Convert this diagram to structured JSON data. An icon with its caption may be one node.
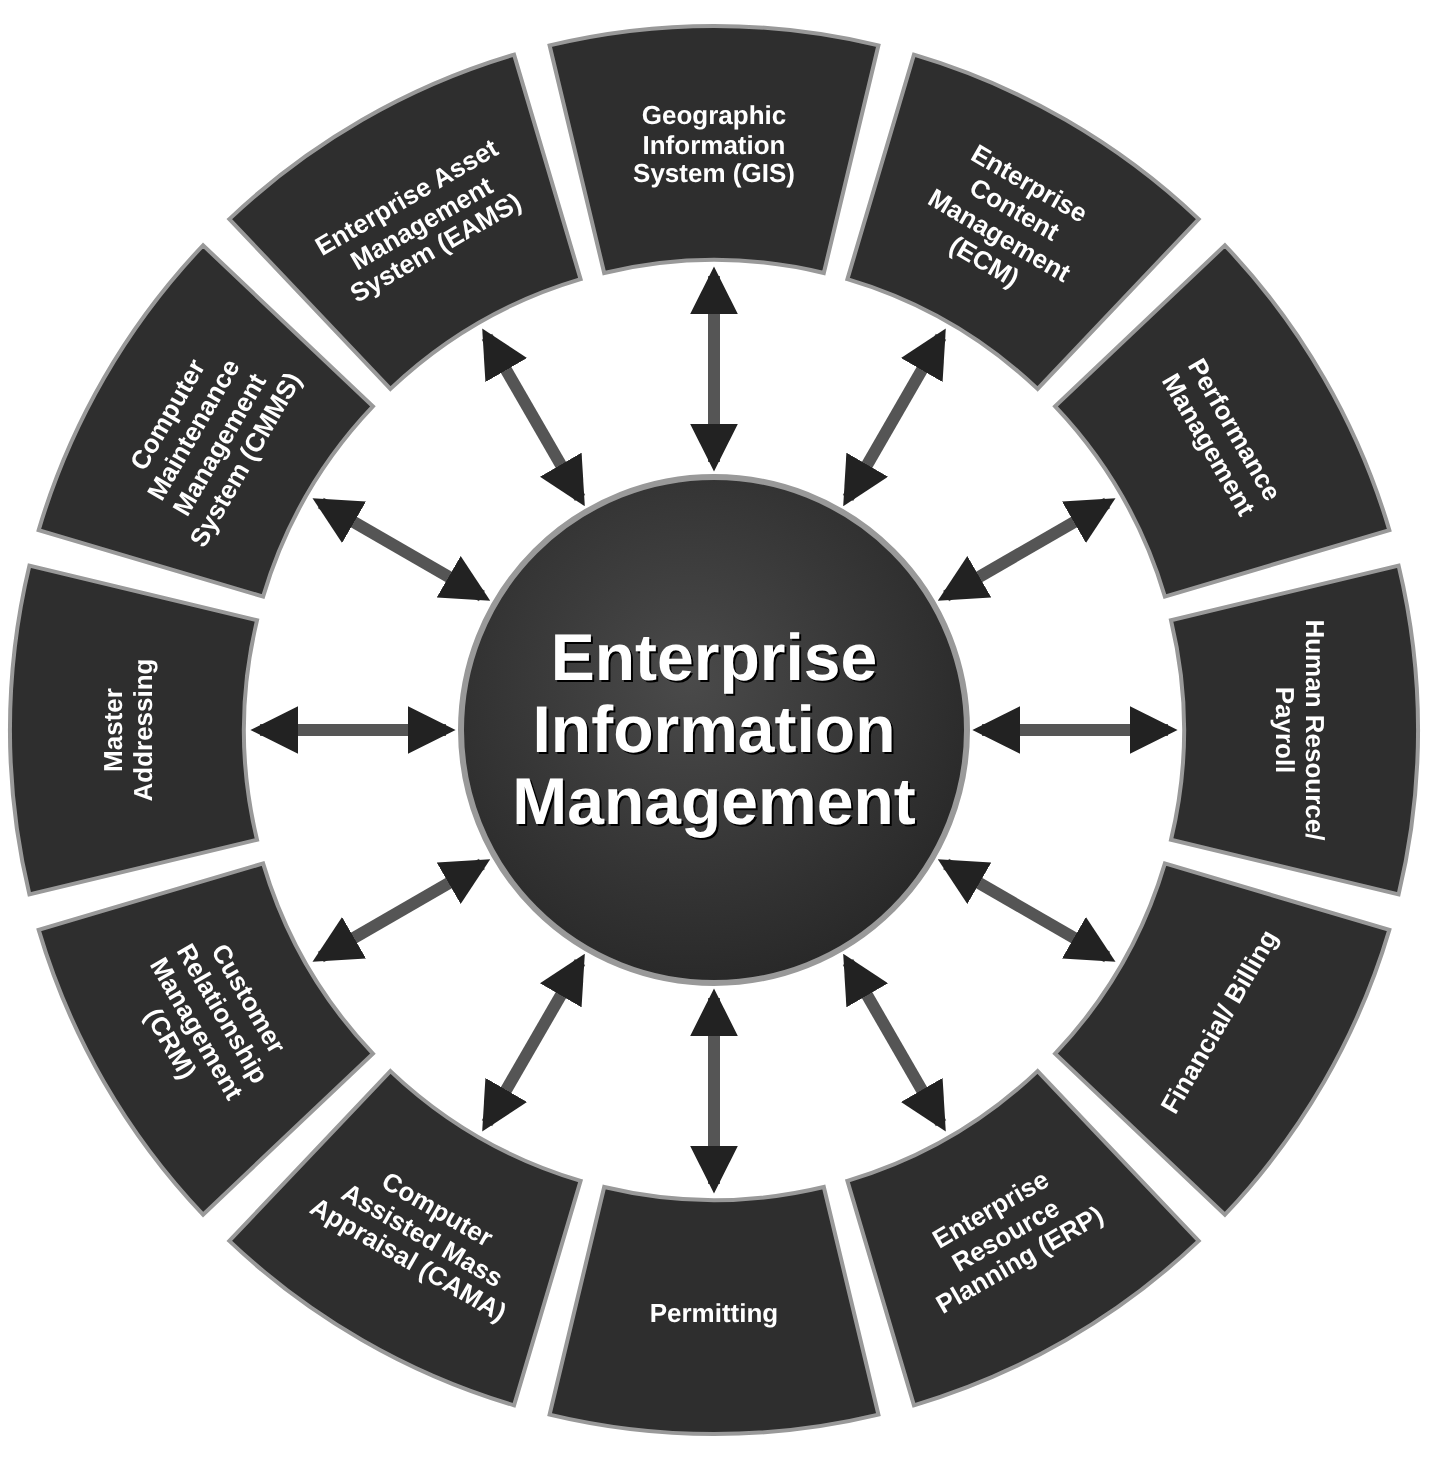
{
  "diagram": {
    "nodes": [
      {
        "text": [
          "Enterprise Information Management"
        ]
      },
      {
        "text": [
          "Geographic Information System (GIS)"
        ]
      },
      {
        "text": [
          "Enterprise Content Management (ECM)"
        ]
      },
      {
        "text": [
          "Performance Management"
        ]
      },
      {
        "text": [
          "Human Resource/ Payroll"
        ]
      },
      {
        "text": [
          "Financial/ Billing"
        ]
      },
      {
        "text": [
          "Enterprise Resource Planning (ERP)"
        ]
      },
      {
        "text": [
          "Permitting"
        ]
      },
      {
        "text": [
          "Computer Assisted Mass Appraisal (CAMA)"
        ]
      },
      {
        "text": [
          "Customer Relationship Management (CRM)"
        ]
      },
      {
        "text": [
          "Master Addressing"
        ]
      },
      {
        "text": [
          "Computer Maintenance Management System (CMMS)"
        ]
      },
      {
        "text": [
          "Enterprise Asset Management System (EAMS)"
        ]
      }
    ],
    "edges": [
      {
        "from": 0,
        "to": 1,
        "arrow": "both"
      },
      {
        "from": 0,
        "to": 2,
        "arrow": "both"
      },
      {
        "from": 0,
        "to": 3,
        "arrow": "both"
      },
      {
        "from": 0,
        "to": 4,
        "arrow": "both"
      },
      {
        "from": 0,
        "to": 5,
        "arrow": "both"
      },
      {
        "from": 0,
        "to": 6,
        "arrow": "both"
      },
      {
        "from": 0,
        "to": 7,
        "arrow": "both"
      },
      {
        "from": 0,
        "to": 8,
        "arrow": "both"
      },
      {
        "from": 0,
        "to": 9,
        "arrow": "both"
      },
      {
        "from": 0,
        "to": 10,
        "arrow": "both"
      },
      {
        "from": 0,
        "to": 11,
        "arrow": "both"
      },
      {
        "from": 0,
        "to": 12,
        "arrow": "both"
      }
    ]
  }
}
